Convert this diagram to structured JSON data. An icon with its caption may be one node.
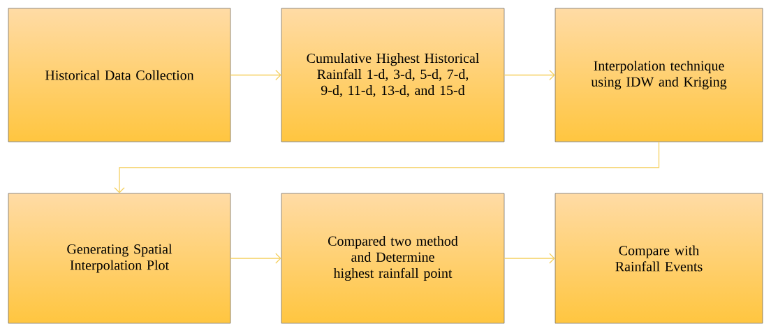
{
  "diagram": {
    "nodes": [
      {
        "text": [
          "Historical Data Collection"
        ]
      },
      {
        "text": [
          "Cumulative Highest Historical Rainfall 1-d, 3-d, 5-d, 7-d, 9-d, 11-d, 13-d, and 15-d"
        ]
      },
      {
        "text": [
          "Interpolation technique using IDW and Kriging"
        ]
      },
      {
        "text": [
          "Generating Spatial Interpolation Plot"
        ]
      },
      {
        "text": [
          "Compared two method and Determine highest rainfall point"
        ]
      },
      {
        "text": [
          "Compare with Rainfall Events"
        ]
      }
    ],
    "edges": [
      {
        "from": 0,
        "to": 1,
        "arrow": "to"
      },
      {
        "from": 1,
        "to": 2,
        "arrow": "to"
      },
      {
        "from": 2,
        "to": 3,
        "arrow": "to"
      },
      {
        "from": 3,
        "to": 4,
        "arrow": "to"
      },
      {
        "from": 4,
        "to": 5,
        "arrow": "to"
      }
    ]
  }
}
